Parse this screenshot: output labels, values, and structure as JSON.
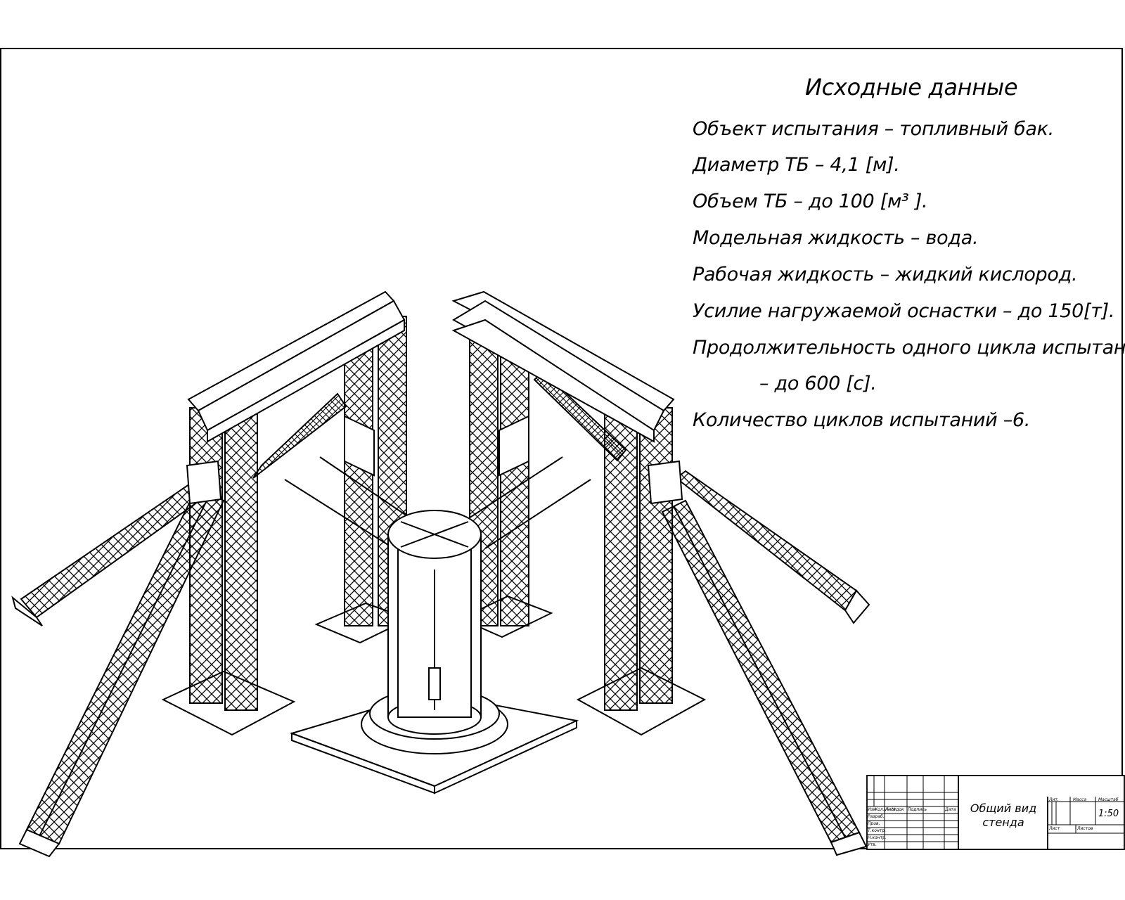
{
  "source_data": {
    "title": "Исходные данные",
    "lines": [
      "Объект испытания – топливный бак.",
      "Диаметр ТБ – 4,1 [м].",
      "Объем ТБ – до 100 [м³ ].",
      "Модельная жидкость – вода.",
      "Рабочая жидкость – жидкий кислород.",
      "Усилие нагружаемой оснастки – до 150[т].",
      "Продолжительность одного цикла испытаний",
      "– до 600 [с].",
      "Количество циклов испытаний –6."
    ]
  },
  "title_block": {
    "drawing_name_line1": "Общий вид",
    "drawing_name_line2": "стенда",
    "scale": "1:50",
    "header_labels": [
      "Изм",
      "Кол.уч",
      "Лист",
      "№док",
      "Подпись",
      "Дата"
    ],
    "role_labels": [
      "Разраб.",
      "Пров.",
      "Т.контр.",
      "Н.контр.",
      "Утв."
    ],
    "right_labels": [
      "Лит.",
      "Масса",
      "Масштаб",
      "Лист",
      "Листов"
    ]
  }
}
